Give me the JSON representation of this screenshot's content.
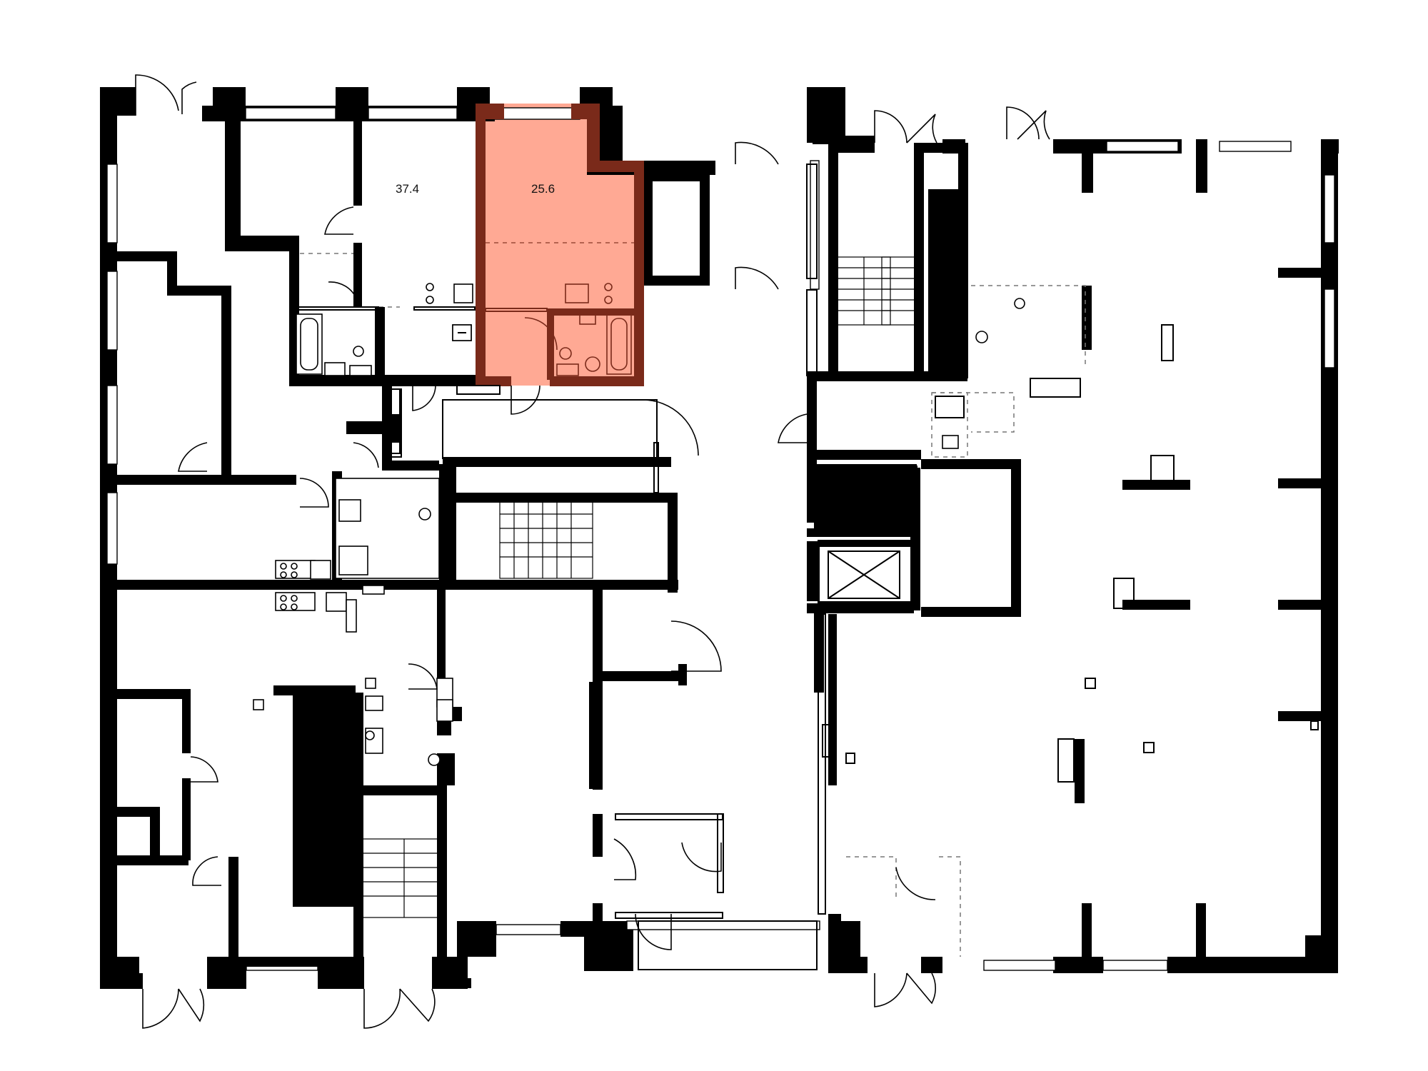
{
  "plan": {
    "highlight_color": "#ffa994",
    "highlight_wall_color": "#7a2a1a",
    "units": [
      {
        "id": "unit-a",
        "area": "37.4",
        "highlighted": false
      },
      {
        "id": "unit-b",
        "area": "25.6",
        "highlighted": true
      }
    ]
  }
}
